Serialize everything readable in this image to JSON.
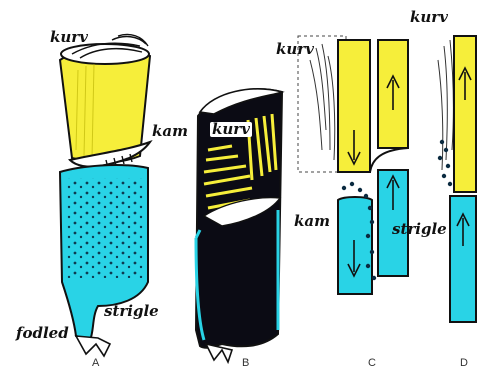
{
  "labels": {
    "kurv": "kurv",
    "kam": "kam",
    "strigle": "strigle",
    "fodled": "fodled"
  },
  "panels": [
    "A",
    "B",
    "C",
    "D"
  ],
  "colors": {
    "yellow": "#f6ee3a",
    "cyan": "#29d3e6",
    "black": "#0b0b14",
    "outline": "#111111"
  }
}
